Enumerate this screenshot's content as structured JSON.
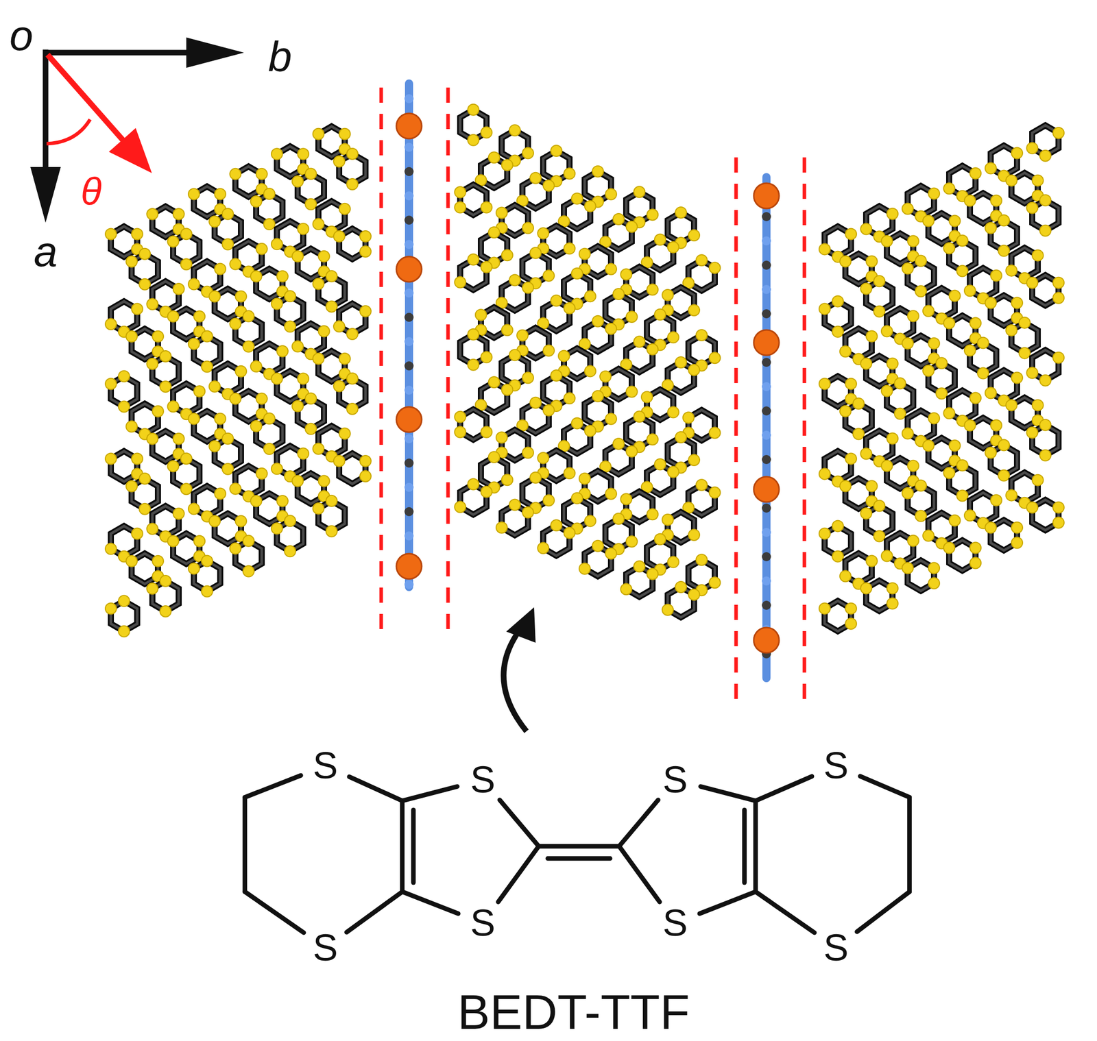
{
  "diagram": {
    "labels": [
      "o",
      "b",
      "a",
      "θ",
      "S",
      "S",
      "S",
      "S",
      "S",
      "S",
      "S",
      "S",
      "BEDT-TTF"
    ]
  }
}
